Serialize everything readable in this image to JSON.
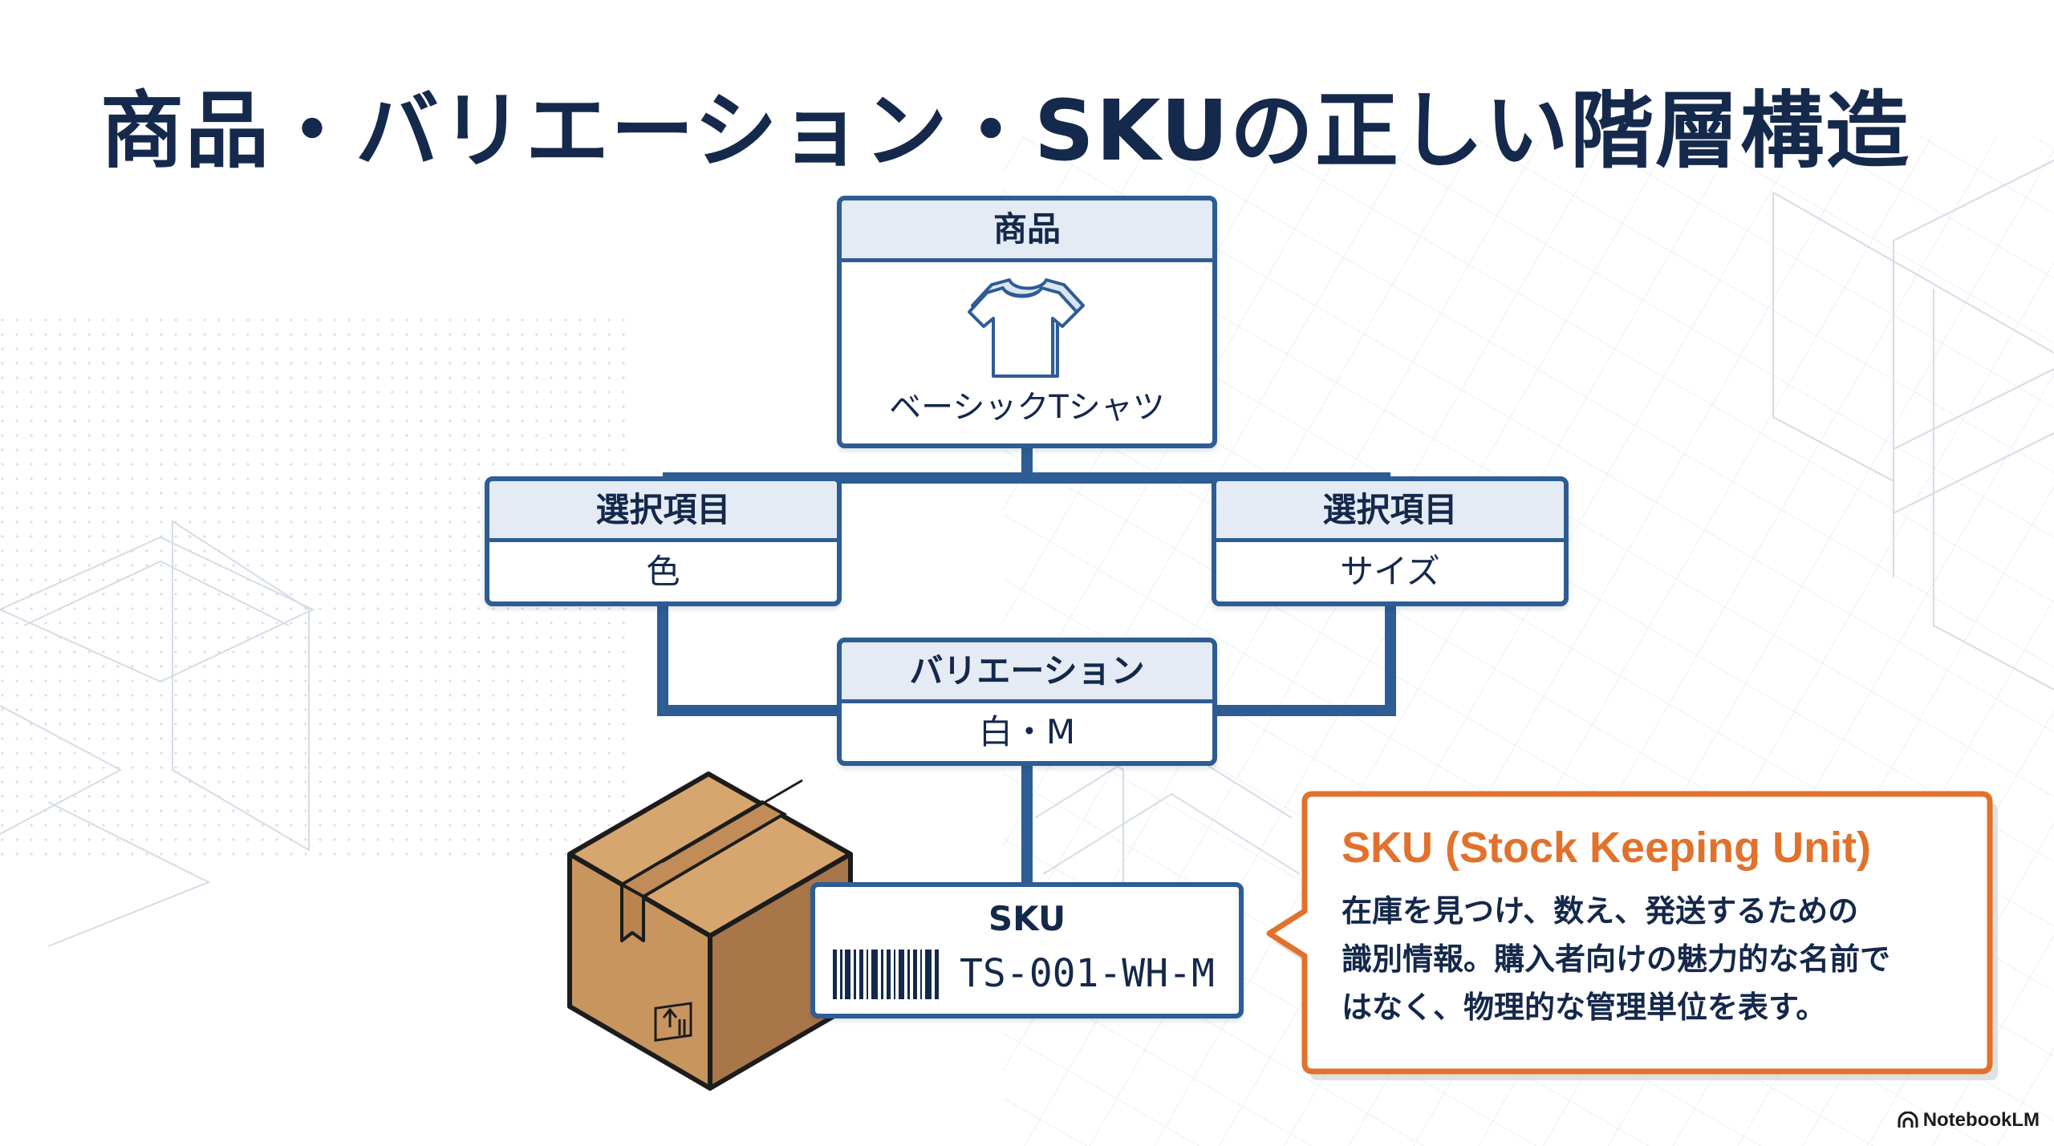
{
  "title": "商品・バリエーション・SKUの正しい階層構造",
  "product": {
    "header": "商品",
    "name": "ベーシックTシャツ",
    "icon": "tshirt-icon"
  },
  "options": [
    {
      "header": "選択項目",
      "value": "色"
    },
    {
      "header": "選択項目",
      "value": "サイズ"
    }
  ],
  "variation": {
    "header": "バリエーション",
    "value": "白・M"
  },
  "sku": {
    "header": "SKU",
    "code": "TS-001-WH-M",
    "icon": "barcode-icon"
  },
  "callout": {
    "title": "SKU (Stock Keeping Unit)",
    "lines": [
      "在庫を見つけ、数え、発送するための",
      "識別情報。購入者向けの魅力的な名前で",
      "はなく、物理的な管理単位を表す。"
    ]
  },
  "brand": "NotebookLM",
  "colors": {
    "title": "#15294c",
    "node_border": "#2e5c94",
    "node_header": "#e4ebf4",
    "connector": "#2e5c94",
    "accent": "#e2712c",
    "box": "#c79460"
  }
}
